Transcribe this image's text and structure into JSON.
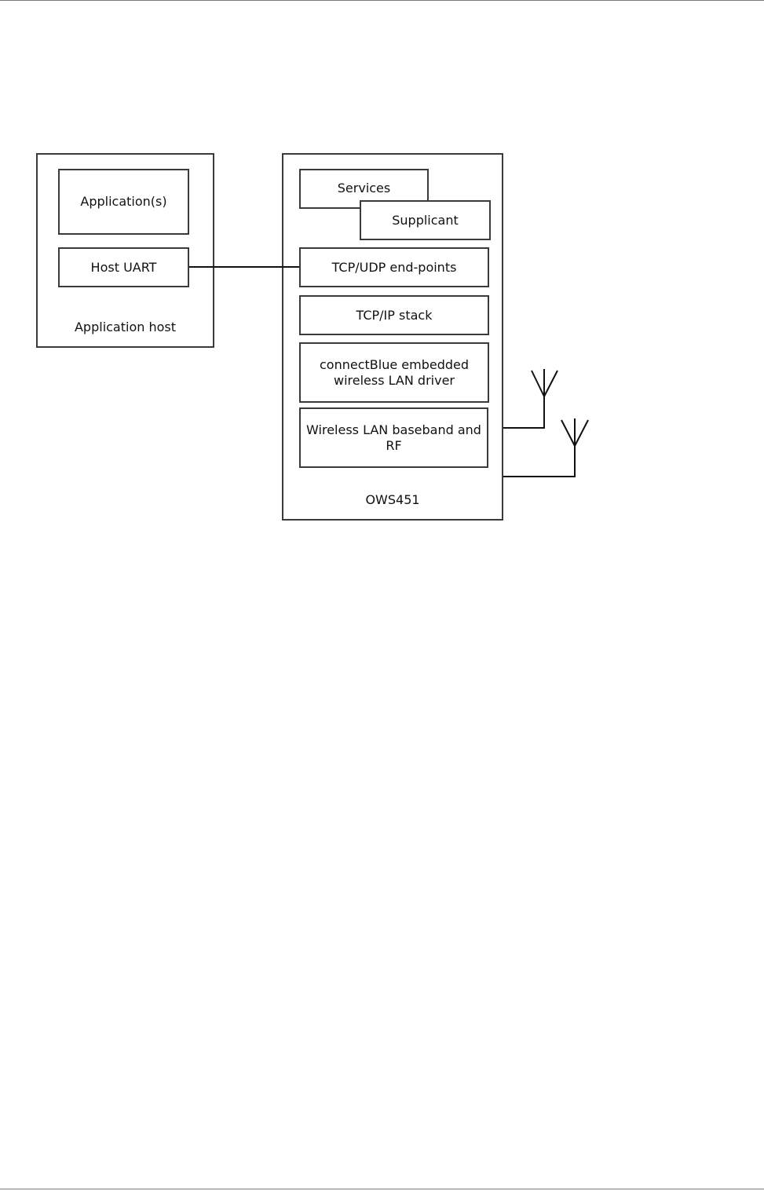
{
  "diagram": {
    "application_host": {
      "label": "Application host",
      "applications": "Application(s)",
      "host_uart": "Host UART"
    },
    "module": {
      "label": "OWS451",
      "services": "Services",
      "supplicant": "Supplicant",
      "tcp_udp_endpoints": "TCP/UDP end-points",
      "tcp_ip_stack": "TCP/IP stack",
      "wlan_driver": "connectBlue embedded wireless LAN driver",
      "wlan_baseband_rf": "Wireless LAN baseband and RF"
    },
    "antenna_icons": [
      "antenna-icon",
      "antenna-icon"
    ]
  }
}
